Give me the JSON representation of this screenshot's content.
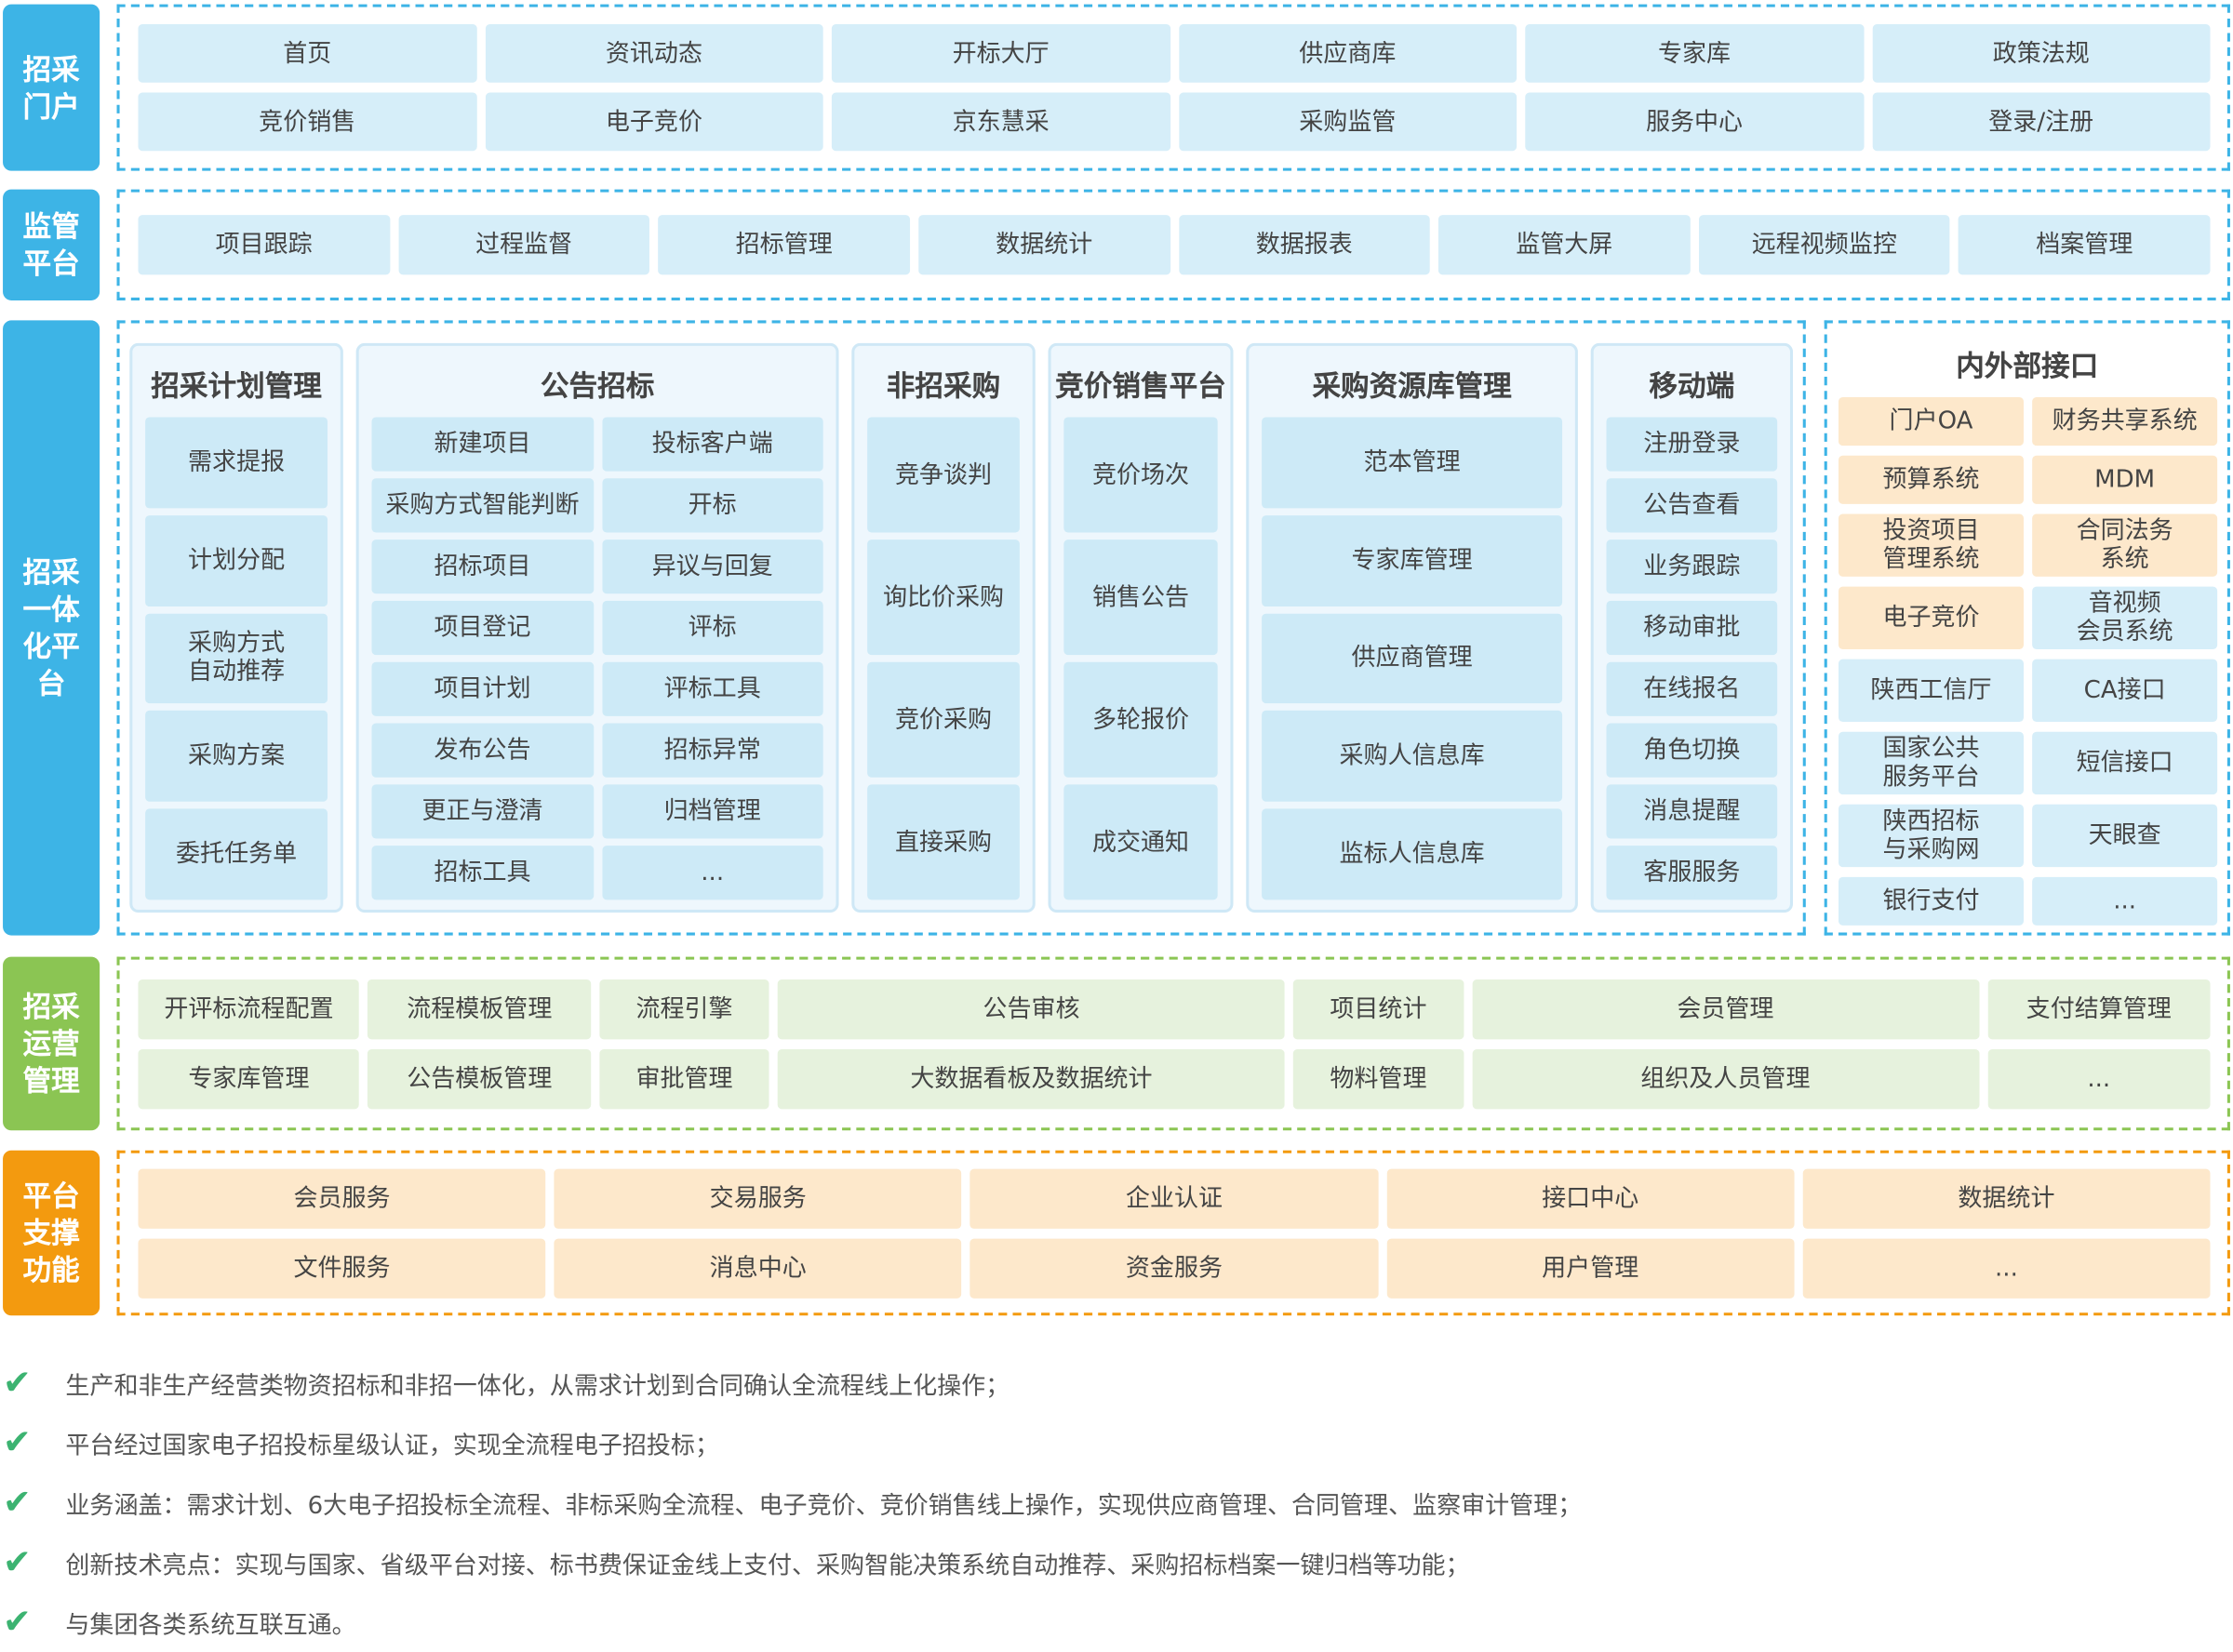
{
  "colors": {
    "blue": "#3db4e6",
    "green": "#8bc553",
    "orange": "#f39a0f"
  },
  "portal": {
    "label": "招采\n门户",
    "items": [
      "首页",
      "资讯动态",
      "开标大厅",
      "供应商库",
      "专家库",
      "政策法规",
      "竞价销售",
      "电子竞价",
      "京东慧采",
      "采购监管",
      "服务中心",
      "登录/注册"
    ]
  },
  "supervision": {
    "label": "监管\n平台",
    "items": [
      "项目跟踪",
      "过程监督",
      "招标管理",
      "数据统计",
      "数据报表",
      "监管大屏",
      "远程视频监控",
      "档案管理"
    ]
  },
  "integrated": {
    "label": "招采\n一体\n化平\n台",
    "panels": [
      {
        "title": "招采计划管理",
        "items": [
          "需求提报",
          "计划分配",
          "采购方式\n自动推荐",
          "采购方案",
          "委托任务单"
        ]
      },
      {
        "title": "公告招标",
        "items": [
          "新建项目",
          "投标客户端",
          "采购方式智能判断",
          "开标",
          "招标项目",
          "异议与回复",
          "项目登记",
          "评标",
          "项目计划",
          "评标工具",
          "发布公告",
          "招标异常",
          "更正与澄清",
          "归档管理",
          "招标工具",
          "..."
        ]
      },
      {
        "title": "非招采购",
        "items": [
          "竞争谈判",
          "询比价采购",
          "竞价采购",
          "直接采购"
        ]
      },
      {
        "title": "竞价销售平台",
        "items": [
          "竞价场次",
          "销售公告",
          "多轮报价",
          "成交通知"
        ]
      },
      {
        "title": "采购资源库管理",
        "items": [
          "范本管理",
          "专家库管理",
          "供应商管理",
          "采购人信息库",
          "监标人信息库"
        ]
      },
      {
        "title": "移动端",
        "items": [
          "注册登录",
          "公告查看",
          "业务跟踪",
          "移动审批",
          "在线报名",
          "角色切换",
          "消息提醒",
          "客服服务"
        ]
      }
    ],
    "interfaces": {
      "title": "内外部接口",
      "items": [
        "门户OA",
        "财务共享系统",
        "预算系统",
        "MDM",
        "投资项目\n管理系统",
        "合同法务\n系统",
        "电子竞价",
        "音视频\n会员系统",
        "陕西工信厅",
        "CA接口",
        "国家公共\n服务平台",
        "短信接口",
        "陕西招标\n与采购网",
        "天眼查",
        "银行支付",
        "..."
      ],
      "highlighted_count": 7
    }
  },
  "operations": {
    "label": "招采\n运营\n管理",
    "items": [
      "开评标流程配置",
      "流程模板管理",
      "流程引擎",
      "公告审核",
      "项目统计",
      "会员管理",
      "支付结算管理",
      "专家库管理",
      "公告模板管理",
      "审批管理",
      "大数据看板及数据统计",
      "物料管理",
      "组织及人员管理",
      "..."
    ]
  },
  "support": {
    "label": "平台\n支撑\n功能",
    "items": [
      "会员服务",
      "交易服务",
      "企业认证",
      "接口中心",
      "数据统计",
      "文件服务",
      "消息中心",
      "资金服务",
      "用户管理",
      "..."
    ]
  },
  "bullets": [
    "生产和非生产经营类物资招标和非招一体化，从需求计划到合同确认全流程线上化操作；",
    "平台经过国家电子招投标星级认证，实现全流程电子招投标；",
    "业务涵盖：需求计划、6大电子招投标全流程、非标采购全流程、电子竞价、竞价销售线上操作，实现供应商管理、合同管理、监察审计管理；",
    "创新技术亮点：实现与国家、省级平台对接、标书费保证金线上支付、采购智能决策系统自动推荐、采购招标档案一键归档等功能；",
    "与集团各类系统互联互通。"
  ]
}
